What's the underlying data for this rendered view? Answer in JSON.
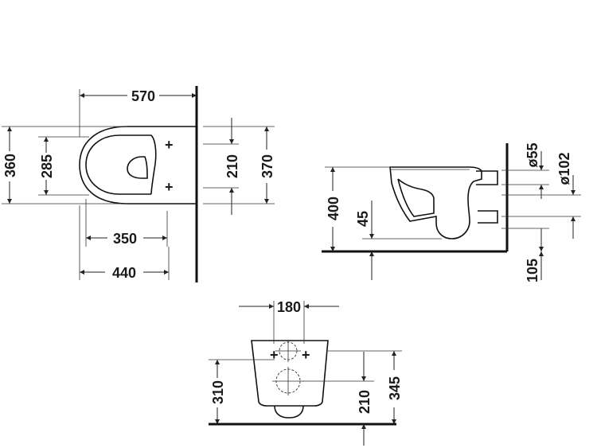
{
  "top_view": {
    "width_total": "570",
    "depth_total": "360",
    "inner_depth": "285",
    "fixing_spacing": "210",
    "rear_height": "370",
    "inner_length": "350",
    "seat_length": "440"
  },
  "side_view": {
    "outlet_diameter": "ø55",
    "outlet_pipe_diameter": "ø102",
    "height_total": "400",
    "outlet_height": "45",
    "floor_offset": "105"
  },
  "rear_view": {
    "bolt_spacing": "180",
    "bolt_height": "310",
    "lower_height": "210",
    "total_height": "345"
  },
  "colors": {
    "line": "#222222",
    "background": "#ffffff"
  }
}
